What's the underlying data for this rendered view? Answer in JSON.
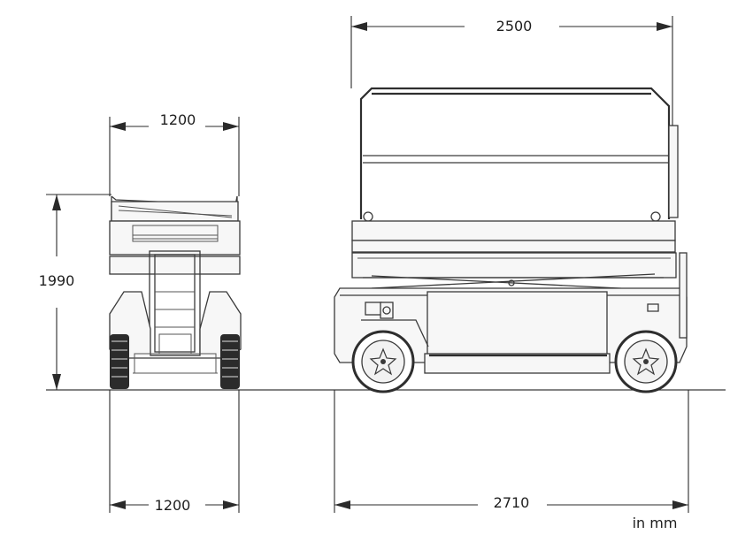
{
  "dimensions": {
    "front_top_width": "1200",
    "front_height": "1990",
    "front_bottom_width": "1200",
    "side_platform_length": "2500",
    "side_overall_length": "2710"
  },
  "units_note": "in mm"
}
